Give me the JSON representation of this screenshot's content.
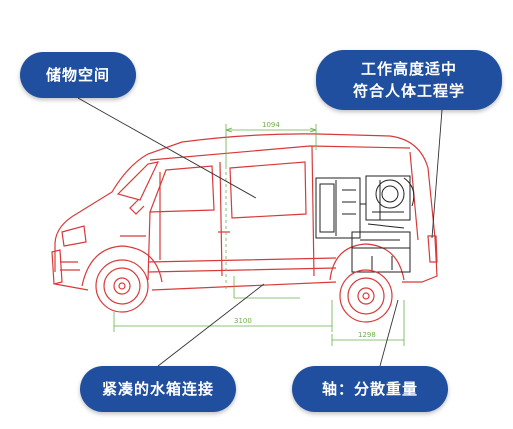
{
  "callouts": {
    "storage": {
      "label": "储物空间"
    },
    "ergonomic": {
      "line1": "工作高度适中",
      "line2": "符合人体工程学"
    },
    "water_tank": {
      "label": "紧凑的水箱连接"
    },
    "axle": {
      "label": "轴：分散重量"
    }
  },
  "dimensions": {
    "top": "1094",
    "wheelbase": "3100",
    "rear": "1298"
  },
  "colors": {
    "callout_bg": "#1f4f9e",
    "callout_text": "#ffffff",
    "vehicle_line": "#d83a3a",
    "dimension_line": "#6ab04c",
    "equipment_line": "#222222",
    "leader_line": "#333333"
  }
}
